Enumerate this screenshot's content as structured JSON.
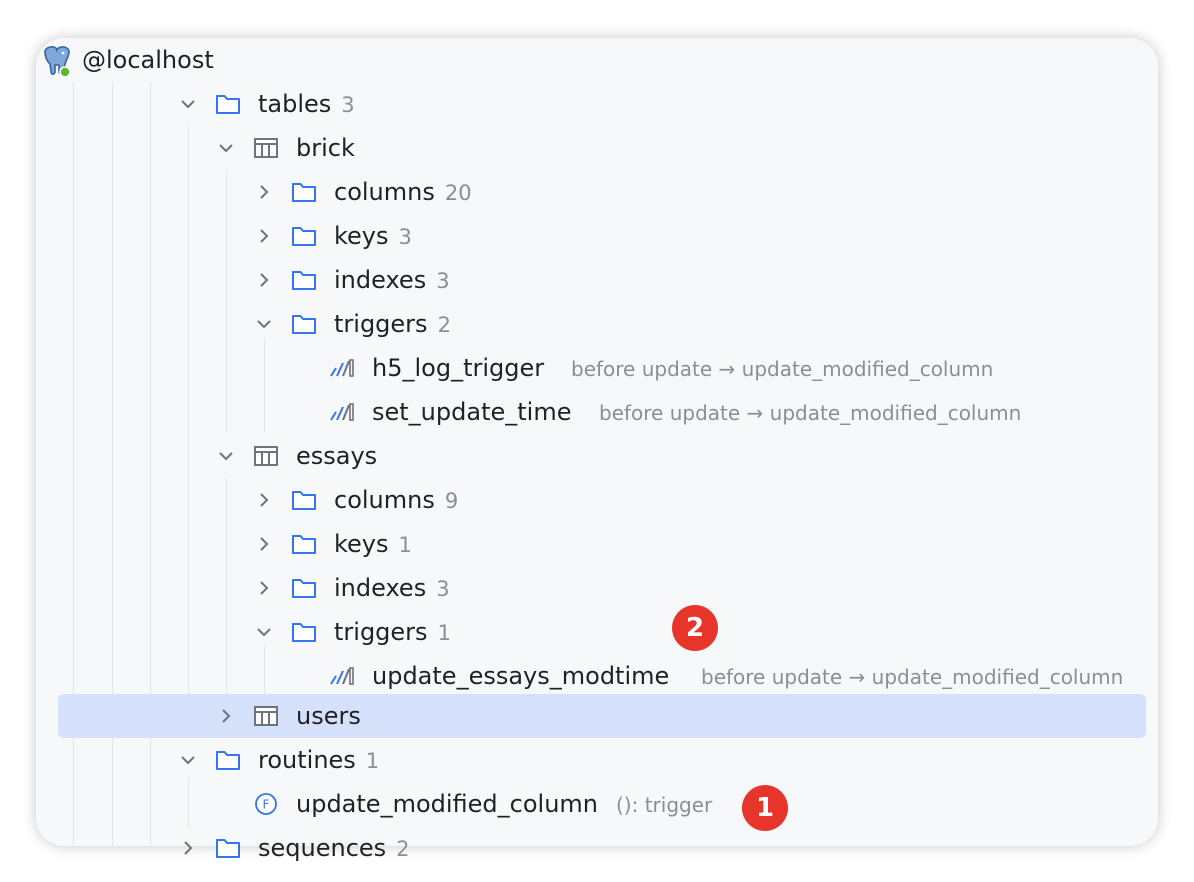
{
  "root": {
    "label": "@localhost"
  },
  "rows": [
    {
      "label": "tables",
      "count": "3"
    },
    {
      "label": "brick"
    },
    {
      "label": "columns",
      "count": "20"
    },
    {
      "label": "keys",
      "count": "3"
    },
    {
      "label": "indexes",
      "count": "3"
    },
    {
      "label": "triggers",
      "count": "2"
    },
    {
      "label": "h5_log_trigger",
      "detail": "before update → update_modified_column"
    },
    {
      "label": "set_update_time",
      "detail": "before update → update_modified_column"
    },
    {
      "label": "essays"
    },
    {
      "label": "columns",
      "count": "9"
    },
    {
      "label": "keys",
      "count": "1"
    },
    {
      "label": "indexes",
      "count": "3"
    },
    {
      "label": "triggers",
      "count": "1"
    },
    {
      "label": "update_essays_modtime",
      "detail": "before update → update_modified_column"
    },
    {
      "label": "users"
    },
    {
      "label": "routines",
      "count": "1"
    },
    {
      "label": "update_modified_column",
      "detail": "(): trigger"
    },
    {
      "label": "sequences",
      "count": "2"
    }
  ],
  "badges": {
    "one": "1",
    "two": "2"
  },
  "colors": {
    "selection": "#d5e1fb",
    "folder_icon": "#3574f0",
    "badge": "#e7352c"
  }
}
